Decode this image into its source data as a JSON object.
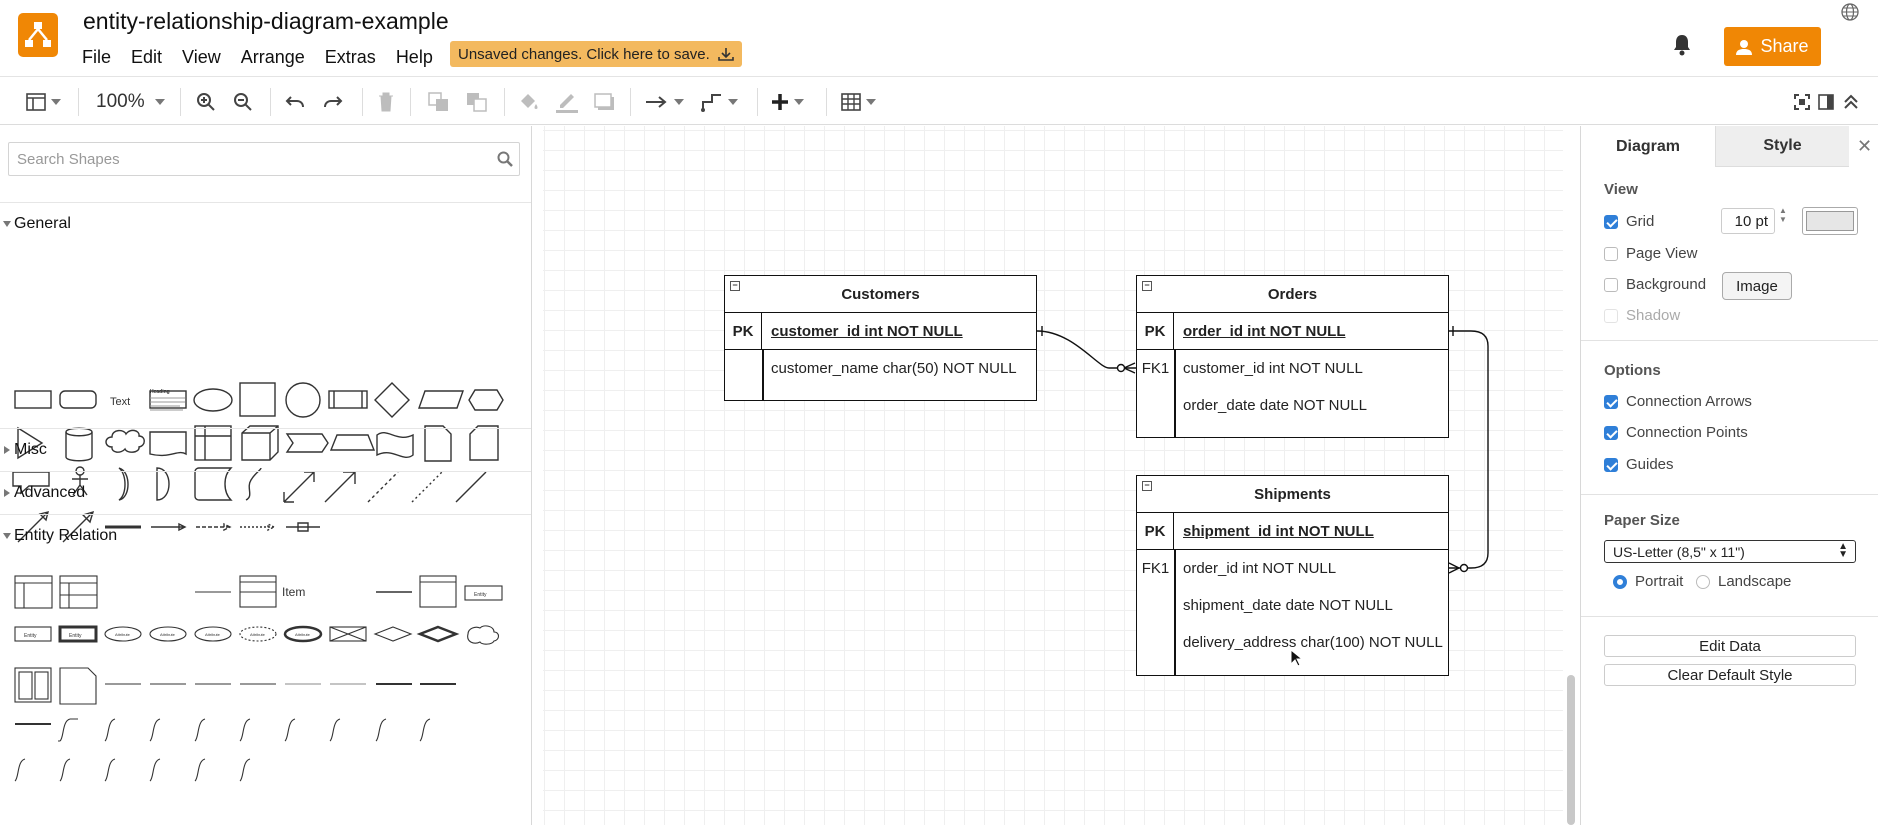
{
  "app": {
    "doc_title": "entity-relationship-diagram-example"
  },
  "menu": [
    "File",
    "Edit",
    "View",
    "Arrange",
    "Extras",
    "Help"
  ],
  "unsaved_notice": "Unsaved changes. Click here to save.",
  "share_label": "Share",
  "toolbar": {
    "zoom": "100%"
  },
  "sidebar": {
    "search_placeholder": "Search Shapes",
    "sections": {
      "general": "General",
      "misc": "Misc",
      "advanced": "Advanced",
      "entity_relation": "Entity Relation"
    },
    "shape_labels": {
      "text": "Text",
      "heading": "Heading",
      "item": "Item",
      "entity": "Entity",
      "attribute": "Attribute"
    }
  },
  "diagram": {
    "customers": {
      "title": "Customers",
      "rows": [
        {
          "key": "PK",
          "field": "customer_id int NOT NULL"
        },
        {
          "key": "",
          "field": "customer_name char(50) NOT NULL"
        }
      ]
    },
    "orders": {
      "title": "Orders",
      "rows": [
        {
          "key": "PK",
          "field": "order_id int NOT NULL"
        },
        {
          "key": "FK1",
          "field": "customer_id int NOT NULL"
        },
        {
          "key": "",
          "field": "order_date date NOT NULL"
        }
      ]
    },
    "shipments": {
      "title": "Shipments",
      "rows": [
        {
          "key": "PK",
          "field": "shipment_id int NOT NULL"
        },
        {
          "key": "FK1",
          "field": "order_id int NOT NULL"
        },
        {
          "key": "",
          "field": "shipment_date date NOT NULL"
        },
        {
          "key": "",
          "field": "delivery_address char(100) NOT NULL"
        }
      ]
    }
  },
  "panel": {
    "tabs": [
      "Diagram",
      "Style"
    ],
    "view_header": "View",
    "grid_label": "Grid",
    "grid_size": "10 pt",
    "page_view_label": "Page View",
    "background_label": "Background",
    "image_button": "Image",
    "shadow_label": "Shadow",
    "options_header": "Options",
    "connection_arrows": "Connection Arrows",
    "connection_points": "Connection Points",
    "guides": "Guides",
    "paper_size_header": "Paper Size",
    "paper_size_value": "US-Letter (8,5\" x 11\")",
    "portrait": "Portrait",
    "landscape": "Landscape",
    "edit_data": "Edit Data",
    "clear_default_style": "Clear Default Style"
  },
  "colors": {
    "brand_orange": "#f08705",
    "unsaved_bg": "#f3b95f",
    "accent_blue": "#2f7fd8"
  }
}
